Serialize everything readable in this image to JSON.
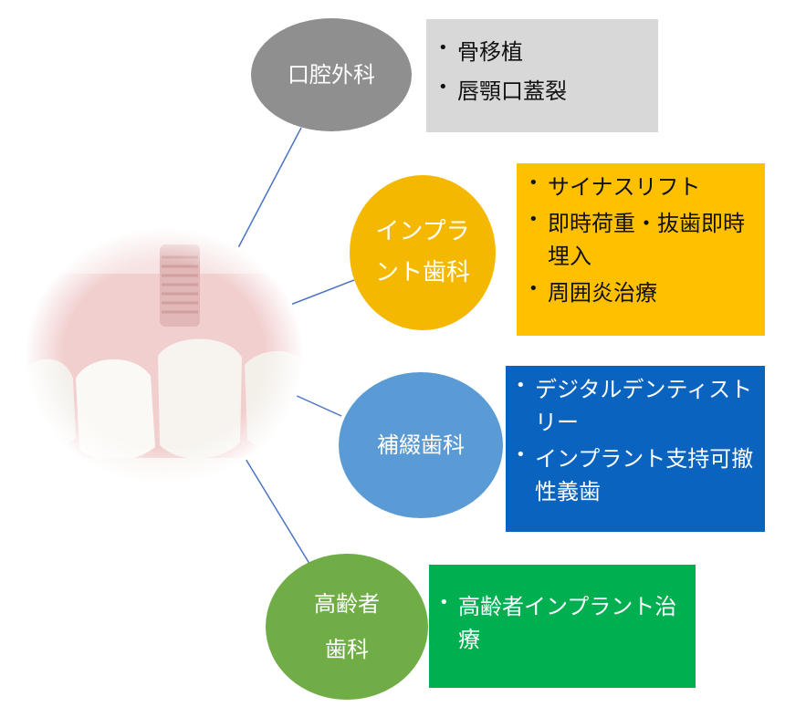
{
  "categories": [
    {
      "label_line1": "口腔外科",
      "label_line2": "",
      "items": [
        "骨移植",
        "唇顎口蓋裂"
      ],
      "color": "#8f8f8f",
      "box_color": "#d8d8d8"
    },
    {
      "label_line1": "インプラ",
      "label_line2": "ント歯科",
      "items": [
        "サイナスリフト",
        "即時荷重・抜歯即時埋入",
        "周囲炎治療"
      ],
      "color": "#f5b800",
      "box_color": "#ffc000"
    },
    {
      "label_line1": "補綴歯科",
      "label_line2": "",
      "items": [
        "デジタルデンティストリー",
        "インプラント支持可撤性義歯"
      ],
      "color": "#5b9bd5",
      "box_color": "#0b63c0"
    },
    {
      "label_line1": "高齢者",
      "label_line2": "歯科",
      "items": [
        "高齢者インプラント治療"
      ],
      "color": "#71ad47",
      "box_color": "#00b050"
    }
  ]
}
